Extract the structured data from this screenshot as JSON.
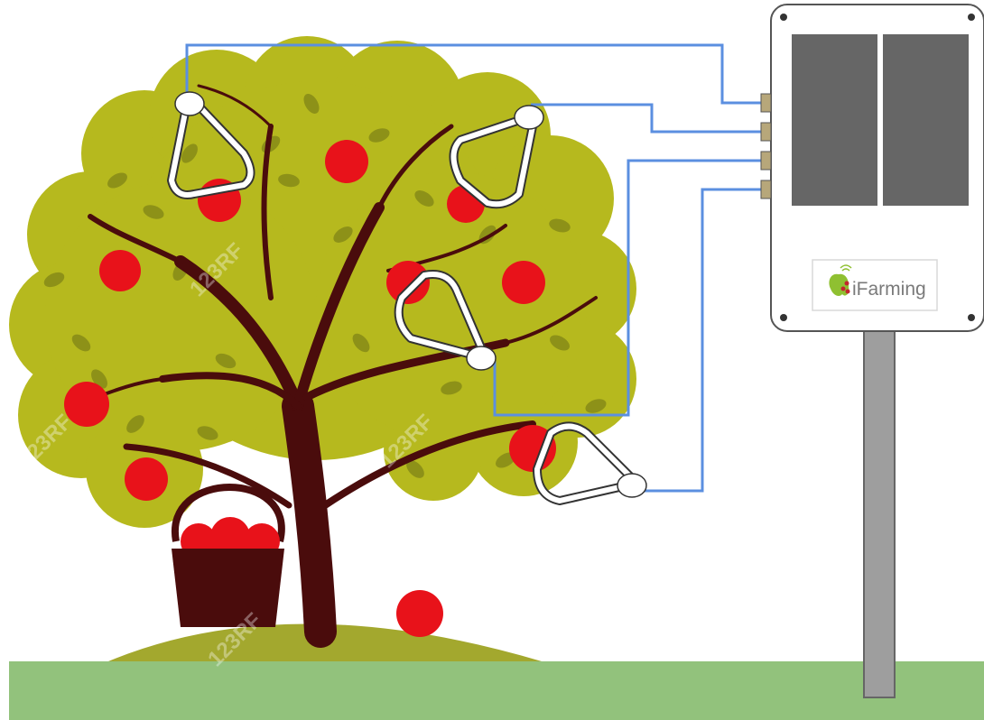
{
  "logo": {
    "brand_text": "iFarming"
  },
  "watermark": {
    "text": "123RF"
  },
  "colors": {
    "sky": "#ffffff",
    "grass": "#92c27c",
    "hill": "#a3a82e",
    "foliage": "#b6b91e",
    "leaf": "#8d9118",
    "trunk": "#4a0c0c",
    "apple": "#e8121a",
    "wire": "#5b8fe0",
    "sensor_clip": "#ffffff",
    "device_screen": "#666666",
    "pole": "#9e9e9e",
    "connector": "#b7a77a"
  },
  "sensors": [
    {
      "id": "sensor-1",
      "kind": "fruit-clip sensor"
    },
    {
      "id": "sensor-2",
      "kind": "fruit-clip sensor"
    },
    {
      "id": "sensor-3",
      "kind": "fruit-clip sensor"
    },
    {
      "id": "sensor-4",
      "kind": "fruit-clip sensor"
    }
  ]
}
